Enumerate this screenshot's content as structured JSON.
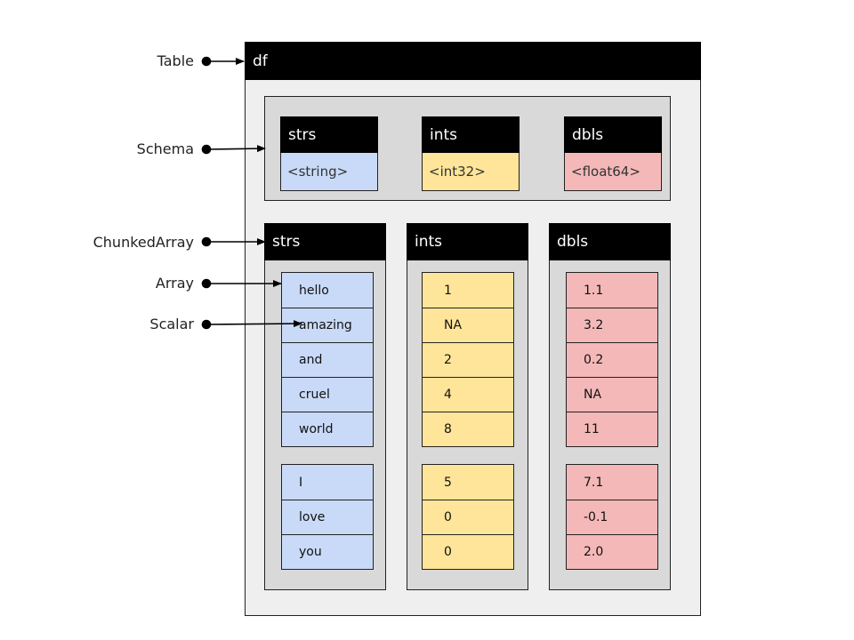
{
  "labels": {
    "table": "Table",
    "schema": "Schema",
    "chunked_array": "ChunkedArray",
    "array": "Array",
    "scalar": "Scalar"
  },
  "table": {
    "name": "df"
  },
  "schema": {
    "fields": [
      {
        "name": "strs",
        "type": "<string>",
        "color": "#c9daf8"
      },
      {
        "name": "ints",
        "type": "<int32>",
        "color": "#ffe599"
      },
      {
        "name": "dbls",
        "type": "<float64>",
        "color": "#f4b8b8"
      }
    ]
  },
  "columns": [
    {
      "name": "strs",
      "color": "#c9daf8",
      "chunks": [
        [
          "hello",
          "amazing",
          "and",
          "cruel",
          "world"
        ],
        [
          "I",
          "love",
          "you"
        ]
      ]
    },
    {
      "name": "ints",
      "color": "#ffe599",
      "chunks": [
        [
          "1",
          "NA",
          "2",
          "4",
          "8"
        ],
        [
          "5",
          "0",
          "0"
        ]
      ]
    },
    {
      "name": "dbls",
      "color": "#f4b8b8",
      "chunks": [
        [
          "1.1",
          "3.2",
          "0.2",
          "NA",
          "11"
        ],
        [
          "7.1",
          "-0.1",
          "2.0"
        ]
      ]
    }
  ]
}
